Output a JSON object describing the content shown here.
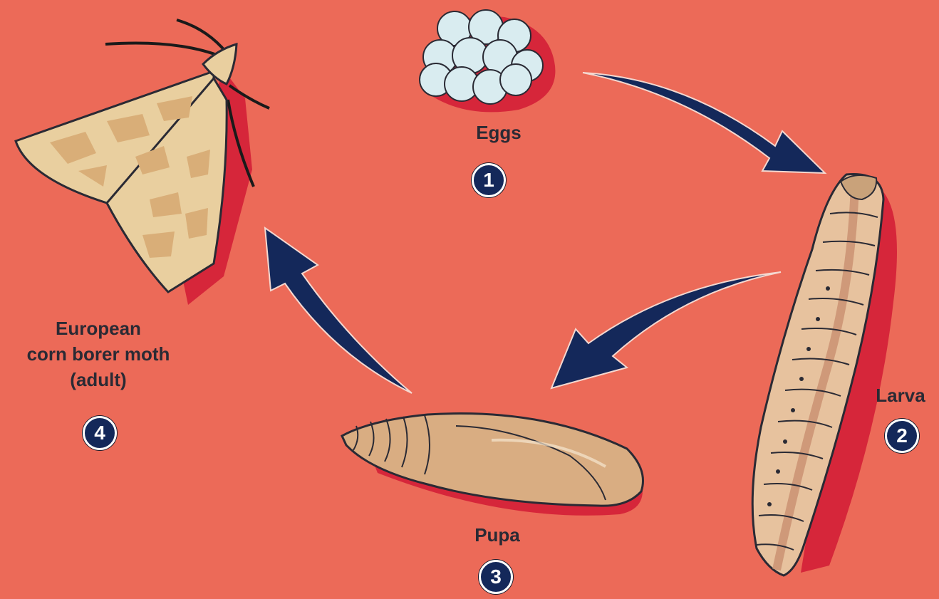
{
  "stages": [
    {
      "id": "eggs",
      "label": "Eggs",
      "number": "1"
    },
    {
      "id": "larva",
      "label": "Larva",
      "number": "2"
    },
    {
      "id": "pupa",
      "label": "Pupa",
      "number": "3"
    },
    {
      "id": "adult",
      "label_lines": [
        "European",
        "corn borer moth",
        "(adult)"
      ],
      "number": "4"
    }
  ],
  "colors": {
    "background": "#ec6a58",
    "arrow": "#14285a",
    "badge": "#14285a",
    "shadow": "#d6263a",
    "moth_wing": "#e9cf9f",
    "moth_pattern": "#d9ae78",
    "pupa": "#d9ad82",
    "larva": "#e7c29e",
    "egg": "#d9ecf0"
  },
  "icons": [
    "egg-cluster-icon",
    "larva-icon",
    "pupa-icon",
    "moth-icon",
    "cycle-arrow-icon"
  ]
}
